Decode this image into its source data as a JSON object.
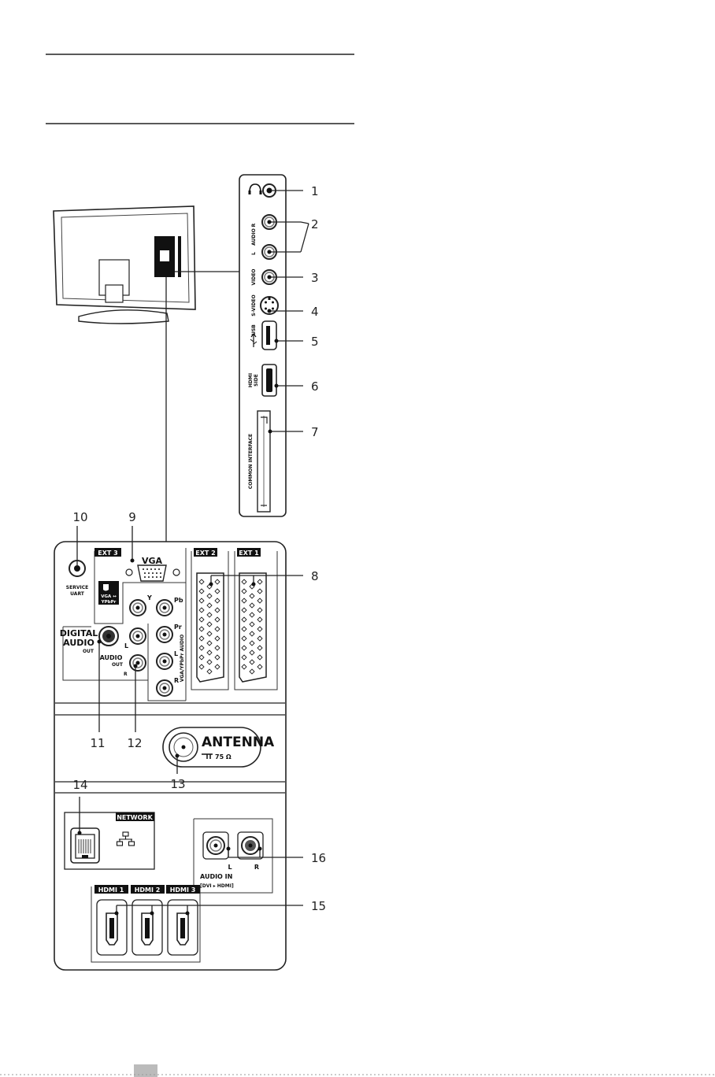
{
  "side_panel": {
    "headphone_icon": "headphone-icon",
    "audio_label": "AUDIO",
    "audio_r": "R",
    "audio_l": "L",
    "video_label": "VIDEO",
    "svideo_label": "S-VIDEO",
    "usb_label": "USB",
    "usb_icon": "usb-icon",
    "hdmi_side_line1": "HDMI",
    "hdmi_side_line2": "SIDE",
    "ci_label": "COMMON INTERFACE"
  },
  "callouts": [
    "1",
    "2",
    "3",
    "4",
    "5",
    "6",
    "7",
    "8",
    "9",
    "10",
    "11",
    "12",
    "13",
    "14",
    "15",
    "16"
  ],
  "rear_panel": {
    "service_uart_line1": "SERVICE",
    "service_uart_line2": "UART",
    "ext3": "EXT 3",
    "vga": "VGA",
    "vga_ypbpr_badge_line1": "VGA ↔",
    "vga_ypbpr_badge_line2": "YPbPr",
    "y": "Y",
    "pb": "Pb",
    "pr": "Pr",
    "l": "L",
    "r": "R",
    "vga_ypbpr_audio": "VGA/YPbPr AUDIO",
    "digital_audio_line1": "DIGITAL",
    "digital_audio_line2": "AUDIO",
    "digital_audio_line3": "OUT",
    "audio_out_line1": "AUDIO",
    "audio_out_line2": "OUT",
    "audio_out_l": "L",
    "audio_out_r": "R",
    "ext2": "EXT 2",
    "ext1": "EXT 1",
    "antenna": "ANTENNA",
    "antenna_ohm": "75 Ω",
    "network": "NETWORK",
    "network_icon": "network-icon",
    "audio_in_l": "L",
    "audio_in_r": "R",
    "audio_in_line1": "AUDIO IN",
    "audio_in_line2": "[DVI ▸ HDMI]",
    "hdmi1": "HDMI 1",
    "hdmi2": "HDMI 2",
    "hdmi3": "HDMI 3"
  }
}
